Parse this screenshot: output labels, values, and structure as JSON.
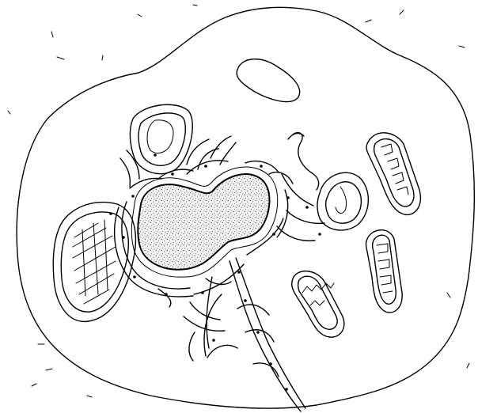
{
  "figure": {
    "kind": "line-drawing",
    "subject": "cell",
    "background": "#ffffff",
    "ink": "#000000"
  },
  "structures": [
    {
      "name": "cell-membrane"
    },
    {
      "name": "nucleus",
      "fill": "stippled"
    },
    {
      "name": "vacuole"
    },
    {
      "name": "chloroplast"
    },
    {
      "name": "mitochondrion"
    },
    {
      "name": "endoplasmic-reticulum"
    }
  ]
}
